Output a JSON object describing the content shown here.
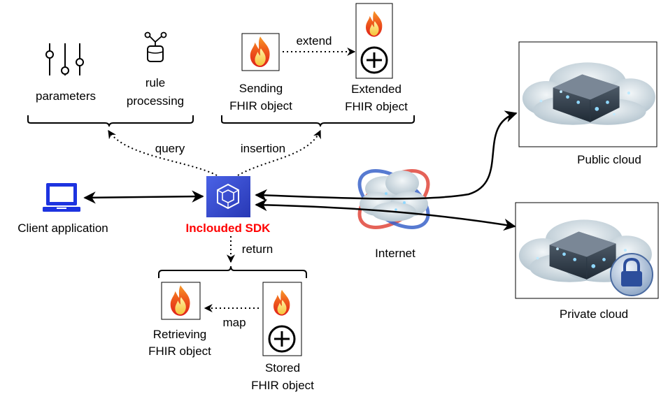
{
  "labels": {
    "parameters": "parameters",
    "rule_line1": "rule",
    "rule_line2": "processing",
    "extend": "extend",
    "sending_line1": "Sending",
    "sending_line2": "FHIR object",
    "extended_line1": "Extended",
    "extended_line2": "FHIR object",
    "query": "query",
    "insertion": "insertion",
    "client_application": "Client application",
    "sdk": "Inclouded SDK",
    "internet": "Internet",
    "public_cloud": "Public cloud",
    "private_cloud": "Private cloud",
    "return": "return",
    "map": "map",
    "retrieving_line1": "Retrieving",
    "retrieving_line2": "FHIR object",
    "stored_line1": "Stored",
    "stored_line2": "FHIR object"
  },
  "colors": {
    "sdk_text": "#ff0000",
    "sdk_icon": "#3348c9",
    "laptop": "#1d33e0",
    "cloud": "#c7d4dc",
    "lock": "#2c4e9c",
    "orbit_red": "#e0463b",
    "orbit_blue": "#3a63c9"
  },
  "icons": {
    "sliders": "sliders-icon",
    "rule": "rule-processing-icon",
    "fhir": "fhir-flame-icon",
    "plus": "circle-plus-icon",
    "sdk": "sdk-cube-icon",
    "laptop": "laptop-icon",
    "internet": "internet-cloud-icon",
    "server": "cloud-server-icon",
    "lock": "lock-icon"
  }
}
